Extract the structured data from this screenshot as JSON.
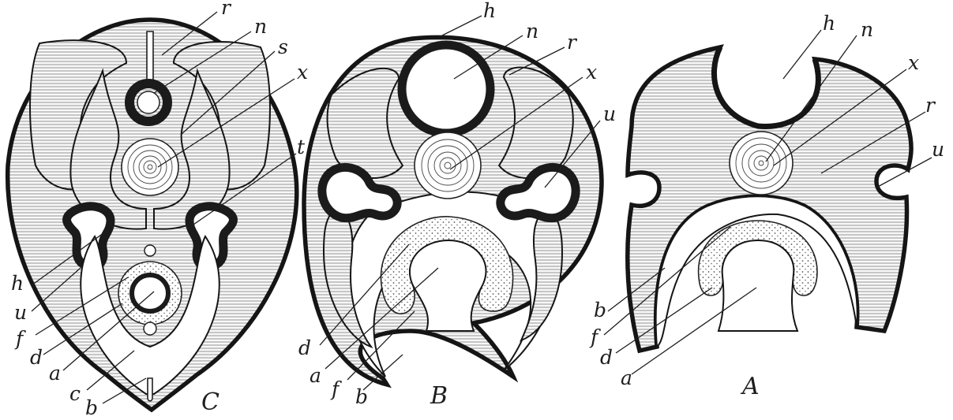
{
  "figure": {
    "panels": [
      {
        "id": "C",
        "caption": "C",
        "labels": {
          "r": "r",
          "n": "n",
          "s": "s",
          "x": "x",
          "t": "t",
          "h": "h",
          "u": "u",
          "f": "f",
          "d": "d",
          "a": "a",
          "c": "c",
          "b": "b"
        }
      },
      {
        "id": "B",
        "caption": "B",
        "labels": {
          "h": "h",
          "n": "n",
          "r": "r",
          "x": "x",
          "u": "u",
          "d": "d",
          "a": "a",
          "f": "f",
          "b": "b"
        }
      },
      {
        "id": "A",
        "caption": "A",
        "labels": {
          "h": "h",
          "n": "n",
          "x": "x",
          "r": "r",
          "u": "u",
          "b": "b",
          "f": "f",
          "d": "d",
          "a": "a"
        }
      }
    ]
  },
  "colors": {
    "ink": "#1e1e1e",
    "paper": "#ffffff",
    "tissue": "#f4f4f4"
  }
}
